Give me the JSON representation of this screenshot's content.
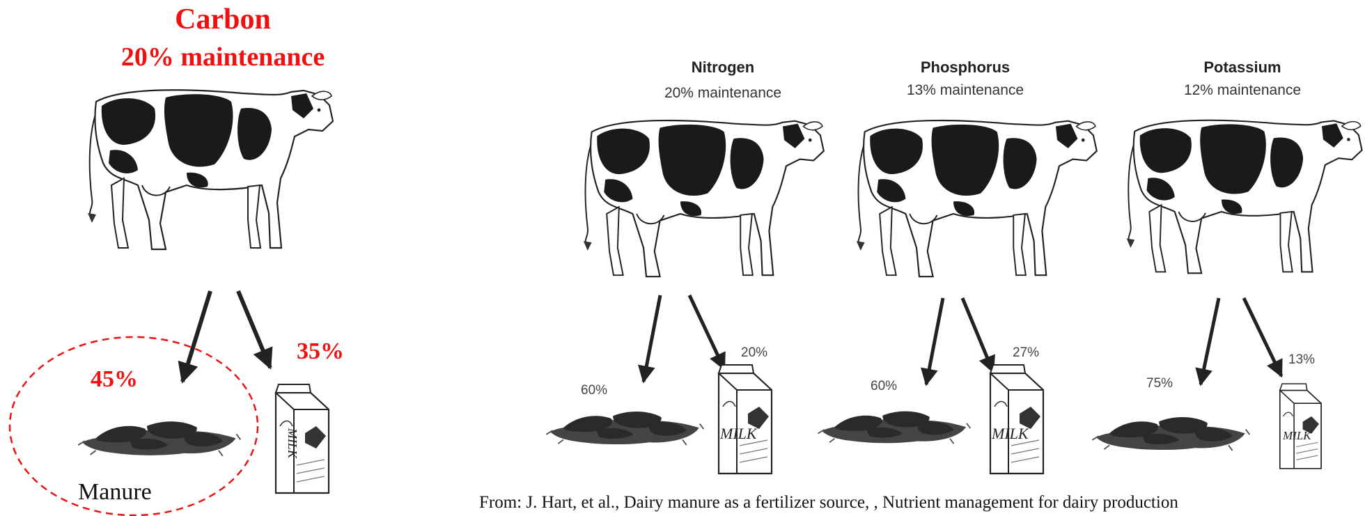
{
  "carbon": {
    "title": "Carbon",
    "maintenance": "20% maintenance",
    "manure_pct": "45%",
    "milk_pct": "35%",
    "manure_label": "Manure"
  },
  "panels": [
    {
      "title": "Nitrogen",
      "maintenance": "20% maintenance",
      "manure_pct": "60%",
      "milk_pct": "20%"
    },
    {
      "title": "Phosphorus",
      "maintenance": "13% maintenance",
      "manure_pct": "60%",
      "milk_pct": "27%"
    },
    {
      "title": "Potassium",
      "maintenance": "12% maintenance",
      "manure_pct": "75%",
      "milk_pct": "13%"
    }
  ],
  "milk_label": "MILK",
  "source": "From: J. Hart, et al., Dairy manure as a fertilizer source, , Nutrient management for dairy production",
  "colors": {
    "highlight": "#ee1111",
    "ink": "#222222"
  }
}
